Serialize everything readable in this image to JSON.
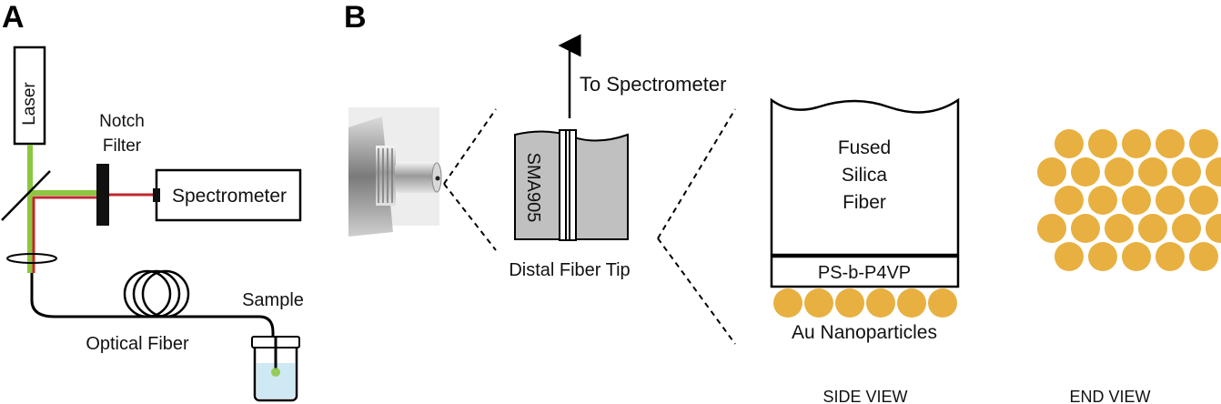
{
  "panels": {
    "a": "A",
    "b": "B"
  },
  "panel_a": {
    "laser": "Laser",
    "notch_filter_line1": "Notch",
    "notch_filter_line2": "Filter",
    "spectrometer": "Spectrometer",
    "sample": "Sample",
    "optical_fiber": "Optical Fiber"
  },
  "panel_b": {
    "to_spectrometer": "To Spectrometer",
    "connector": "SMA905",
    "distal_fiber_tip": "Distal Fiber Tip",
    "fiber_line1": "Fused",
    "fiber_line2": "Silica",
    "fiber_line3": "Fiber",
    "polymer_layer": "PS-b-P4VP",
    "nanoparticles": "Au Nanoparticles",
    "side_view": "SIDE VIEW",
    "end_view": "END VIEW"
  },
  "colors": {
    "laser_green": "#8dc63f",
    "raman_red": "#c1272d",
    "gold": "#e8b040",
    "vial_liquid": "#cfe9f4",
    "connector_gray": "#c0c0c0"
  }
}
